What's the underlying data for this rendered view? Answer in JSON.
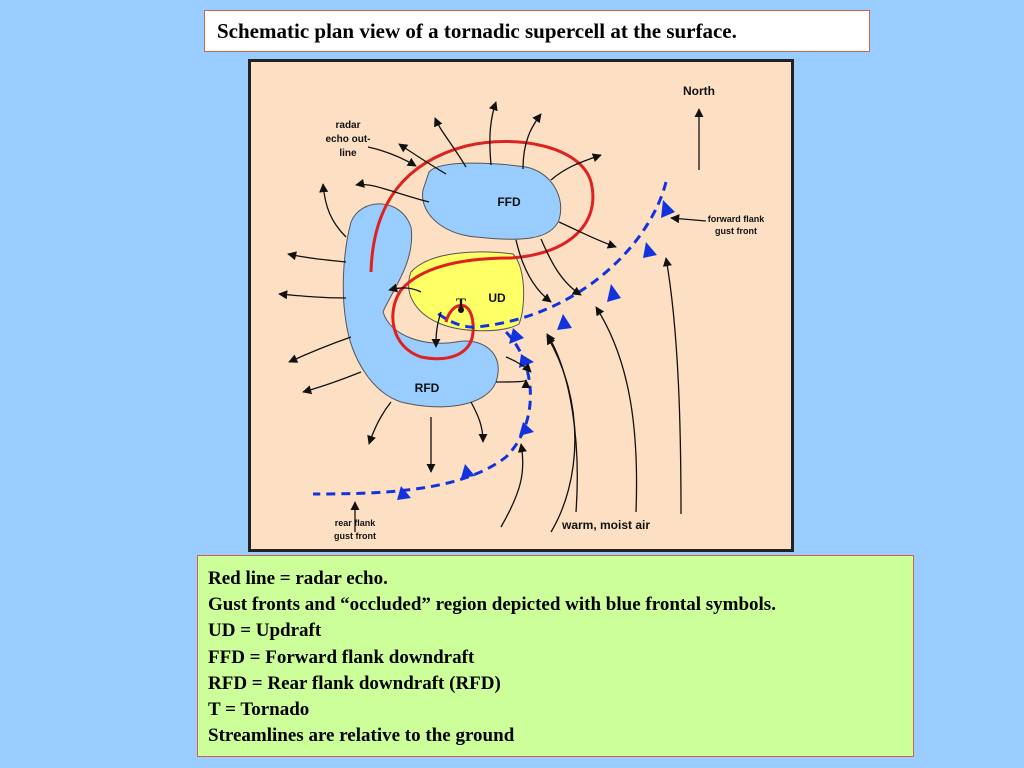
{
  "title": "Schematic plan view of a tornadic supercell at the surface.",
  "diagram": {
    "labels": {
      "north": "North",
      "radar_echo": [
        "radar",
        "echo out-",
        "line"
      ],
      "forward_flank": [
        "forward flank",
        "gust front"
      ],
      "rear_flank": [
        "rear flank",
        "gust front"
      ],
      "ffd": "FFD",
      "ud": "UD",
      "rfd": "RFD",
      "tornado": "T",
      "warm_air": "warm, moist air"
    },
    "colors": {
      "background": "#fde0c4",
      "downdraft_fill": "#99ccff",
      "updraft_fill": "#ffff66",
      "radar_echo_line": "#dd2222",
      "gust_front": "#1133dd"
    }
  },
  "legend": [
    "Red line = radar echo.",
    "Gust fronts and “occluded” region depicted with blue frontal symbols.",
    "UD = Updraft",
    "FFD = Forward flank downdraft",
    "RFD = Rear flank downdraft (RFD)",
    "T = Tornado",
    "Streamlines are relative to the ground"
  ]
}
